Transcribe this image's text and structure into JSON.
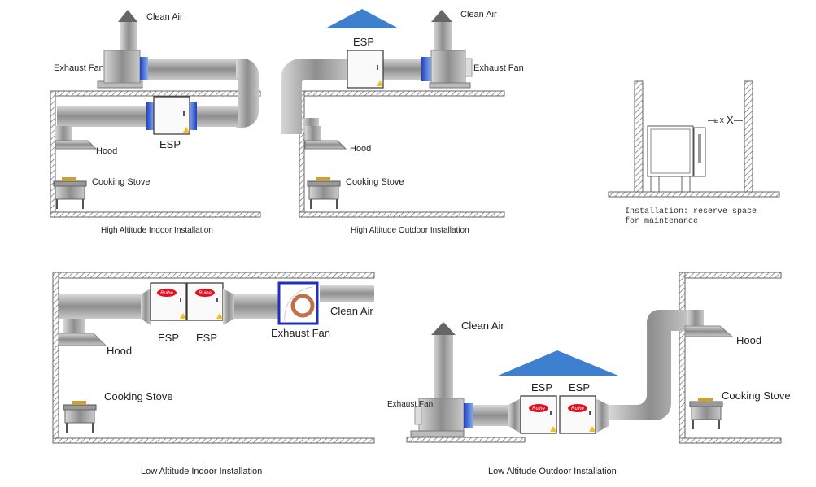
{
  "colors": {
    "roof": "#3f7fd0",
    "fan_frame": "#1f2fbf",
    "duct": "#a8a8a8",
    "logo": "#e01020",
    "coil": "#c0704a"
  },
  "logo_text": "Ruihe",
  "panels": {
    "high_indoor": {
      "caption": "High Altitude Indoor Installation",
      "clean_air": "Clean Air",
      "exhaust_fan": "Exhaust Fan",
      "hood": "Hood",
      "esp": "ESP",
      "stove": "Cooking Stove"
    },
    "high_outdoor": {
      "caption": "High Altitude Outdoor Installation",
      "clean_air": "Clean Air",
      "exhaust_fan": "Exhaust Fan",
      "hood": "Hood",
      "esp": "ESP",
      "stove": "Cooking Stove"
    },
    "maintenance": {
      "caption_line1": "Installation: reserve space",
      "caption_line2": "for maintenance",
      "clearance": "≥ X"
    },
    "low_indoor": {
      "caption": "Low Altitude Indoor Installation",
      "clean_air": "Clean Air",
      "exhaust_fan": "Exhaust Fan",
      "hood": "Hood",
      "esp1": "ESP",
      "esp2": "ESP",
      "stove": "Cooking Stove"
    },
    "low_outdoor": {
      "caption": "Low Altitude Outdoor Installation",
      "clean_air": "Clean Air",
      "exhaust_fan": "Exhaust Fan",
      "hood": "Hood",
      "esp1": "ESP",
      "esp2": "ESP",
      "stove": "Cooking Stove"
    }
  }
}
